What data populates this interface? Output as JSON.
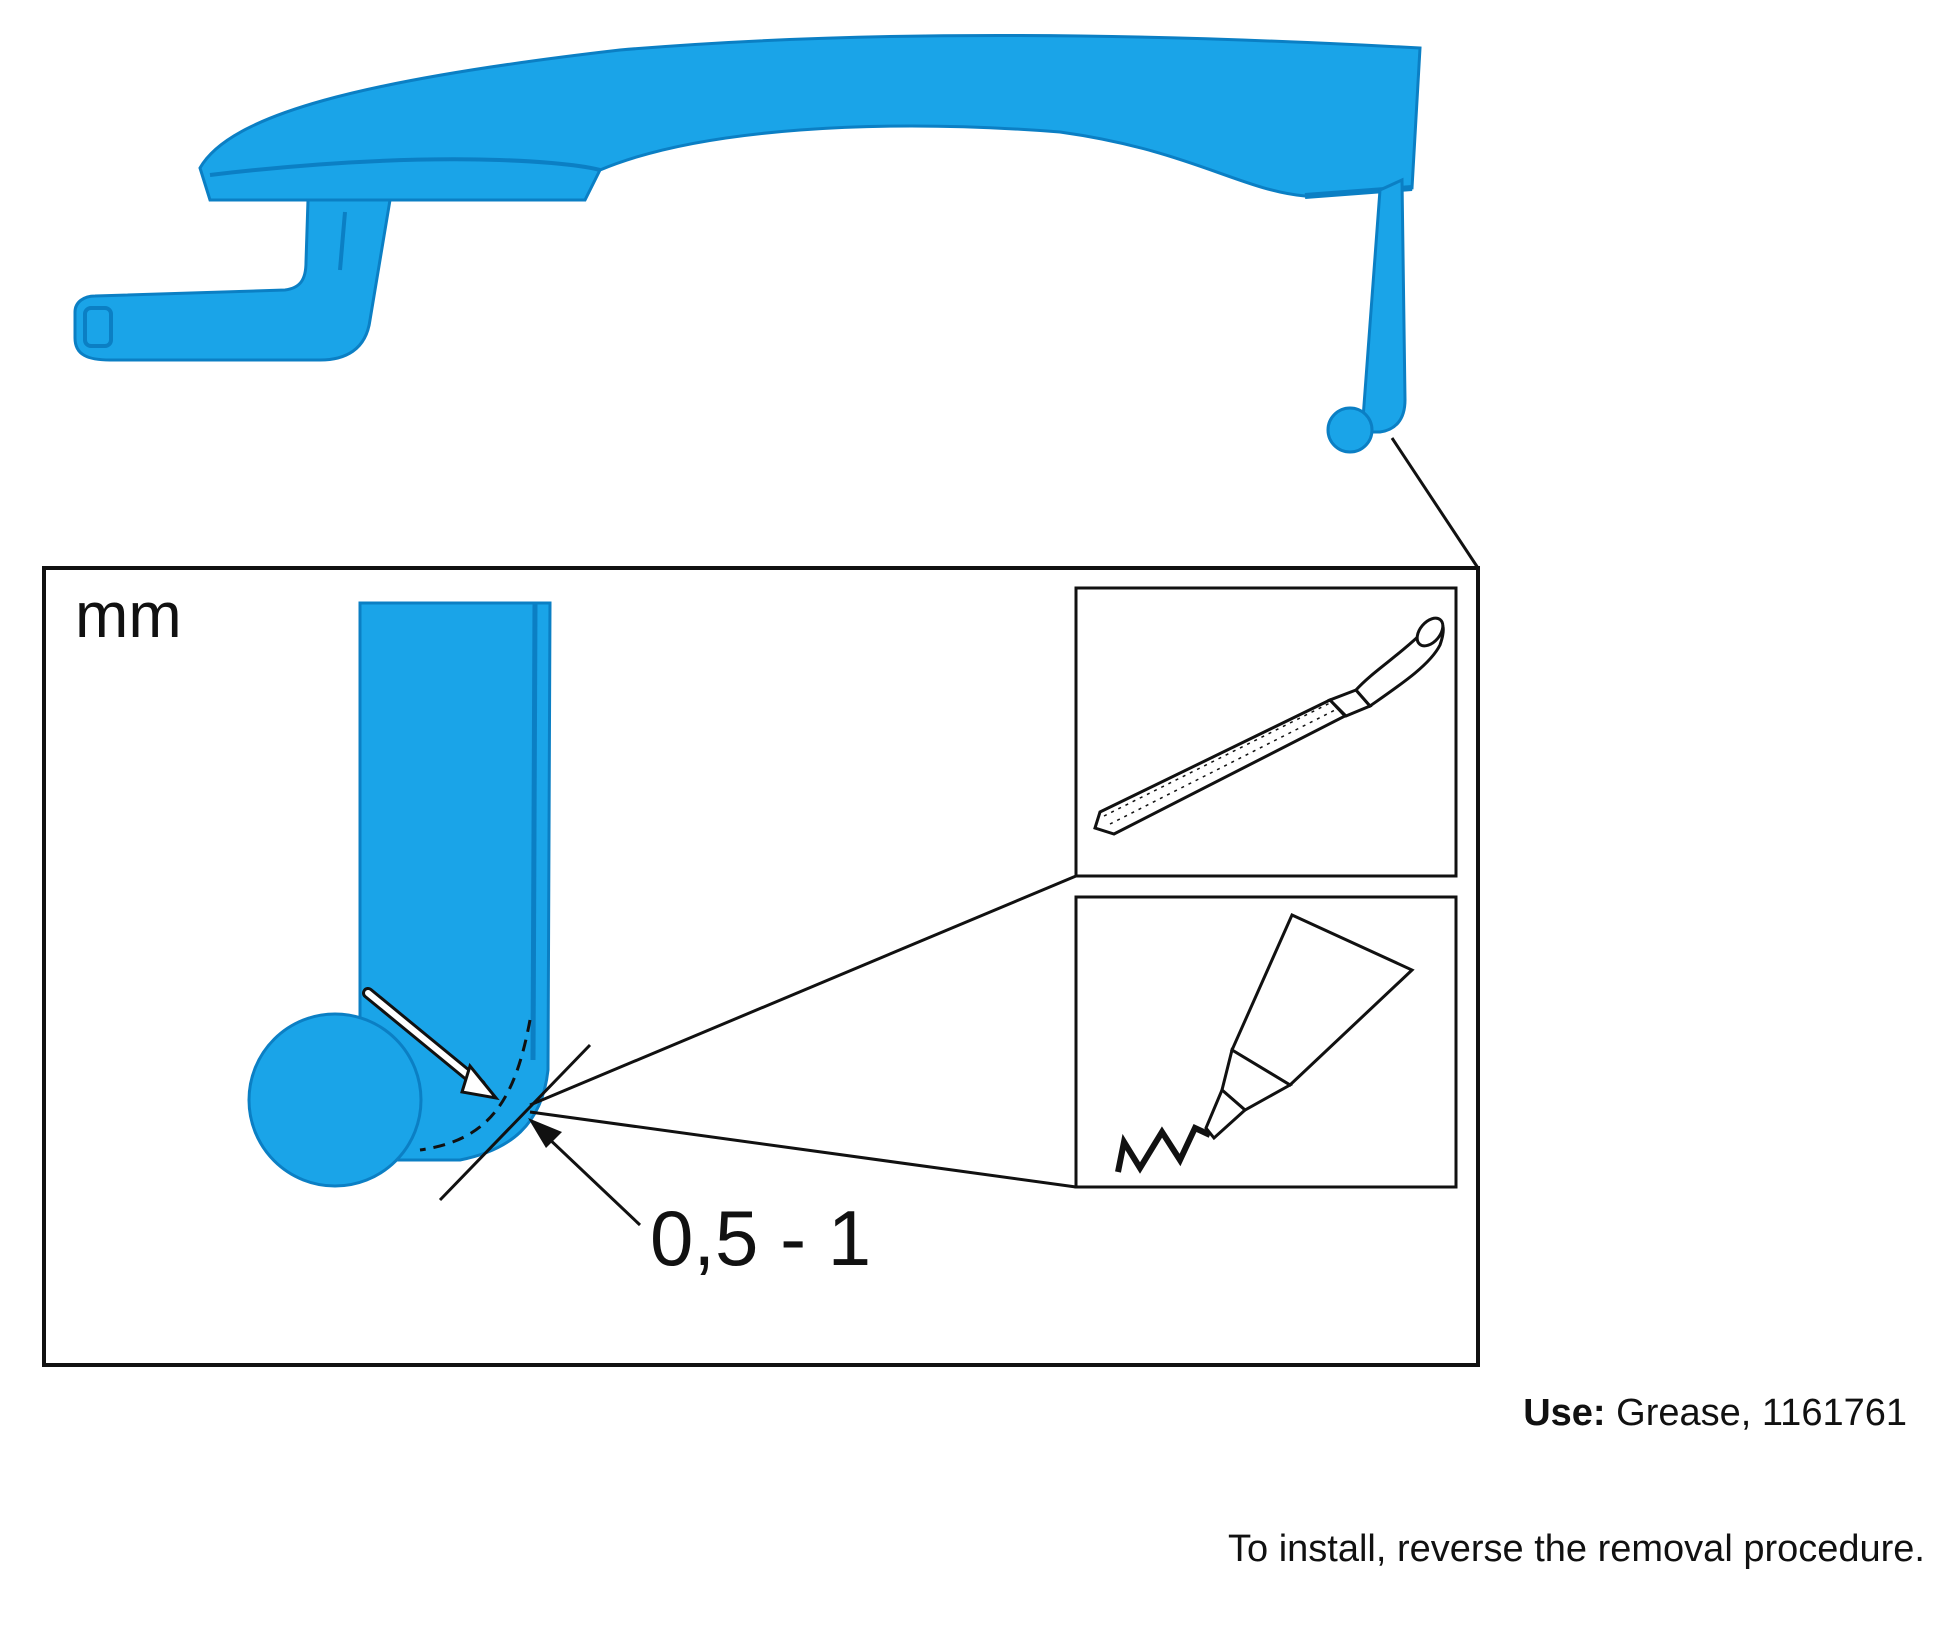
{
  "detail": {
    "unit": "mm",
    "dimension": "0,5 - 1"
  },
  "notes": {
    "use_label": "Use:",
    "use_value": "Grease, 1161761",
    "install_text": "To install, reverse the removal procedure."
  },
  "icons": [
    "door-handle-icon",
    "file-tool-icon",
    "grease-tube-icon"
  ],
  "colors": {
    "part": "#1aa4e8",
    "part_shadow": "#0b7fc4",
    "line": "#111111"
  }
}
